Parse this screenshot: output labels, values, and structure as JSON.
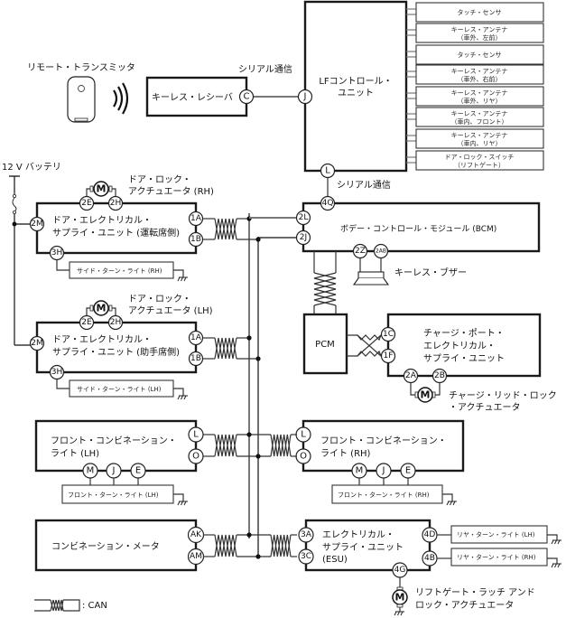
{
  "diagram": {
    "title": "Keyless / CAN system wiring diagram",
    "remote": {
      "label": "リモート・トランスミッタ"
    },
    "receiver": {
      "label": "キーレス・レシーバ",
      "pin": "C"
    },
    "serial_labels": {
      "top": "シリアル通信",
      "bottom": "シリアル通信"
    },
    "lf_unit": {
      "label_line1": "LFコントロール・",
      "label_line2": "ユニット",
      "pin_left": "J",
      "pin_bottom": "L"
    },
    "lf_outputs": [
      {
        "line1": "タッチ・センサ",
        "line2": ""
      },
      {
        "line1": "キーレス・アンテナ",
        "line2": "（車外、左前）"
      },
      {
        "line1": "タッチ・センサ",
        "line2": ""
      },
      {
        "line1": "キーレス・アンテナ",
        "line2": "（車外、右前）"
      },
      {
        "line1": "キーレス・アンテナ",
        "line2": "（車外、リヤ）"
      },
      {
        "line1": "キーレス・アンテナ",
        "line2": "（車内、フロント）"
      },
      {
        "line1": "キーレス・アンテナ",
        "line2": "（車内、リヤ）"
      },
      {
        "line1": "ドア・ロック・スイッチ",
        "line2": "（リフトゲート）"
      }
    ],
    "battery": {
      "label": "12 V バッテリ"
    },
    "door_rh": {
      "actuator_line1": "ドア・ロック・",
      "actuator_line2": "アクチュエータ (RH)",
      "unit_line1": "ドア・エレクトリカル・",
      "unit_line2": "サプライ・ユニット (運転席側)",
      "pins": {
        "motor_a": "2E",
        "motor_b": "2H",
        "power": "2M",
        "can_h": "1A",
        "can_l": "1B",
        "side": "3H"
      },
      "side_light": "サイド・ターン・ライト (RH)"
    },
    "door_lh": {
      "actuator_line1": "ドア・ロック・",
      "actuator_line2": "アクチュエータ (LH)",
      "unit_line1": "ドア・エレクトリカル・",
      "unit_line2": "サプライ・ユニット (助手席側)",
      "pins": {
        "motor_a": "2E",
        "motor_b": "2H",
        "power": "2M",
        "can_h": "1A",
        "can_l": "1B",
        "side": "3H"
      },
      "side_light": "サイド・ターン・ライト (LH)"
    },
    "motor_symbol": "M",
    "bcm": {
      "label": "ボデー・コントロール・モジュール (BCM)",
      "pins": {
        "serial": "4Q",
        "can_h": "2L",
        "can_l": "2J",
        "buzzer_a": "2Z",
        "buzzer_b": "2AB"
      },
      "buzzer_label": "キーレス・ブザー"
    },
    "pcm": {
      "label": "PCM"
    },
    "charge_port": {
      "line1": "チャージ・ポート・",
      "line2": "エレクトリカル・",
      "line3": "サプライ・ユニット",
      "pins": {
        "can_h": "1C",
        "can_l": "1F",
        "motor_a": "2A",
        "motor_b": "2B"
      },
      "actuator_line1": "チャージ・リッド・ロック",
      "actuator_line2": "・アクチュエータ"
    },
    "front_combo_lh": {
      "line1": "フロント・コンビネーション・",
      "line2": "ライト (LH)",
      "pins": {
        "can_h": "L",
        "can_l": "O",
        "p1": "M",
        "p2": "J",
        "p3": "E"
      },
      "turn_light": "フロント・ターン・ライト (LH)"
    },
    "front_combo_rh": {
      "line1": "フロント・コンビネーション・",
      "line2": "ライト (RH)",
      "pins": {
        "can_h": "L",
        "can_l": "O",
        "p1": "M",
        "p2": "J",
        "p3": "E"
      },
      "turn_light": "フロント・ターン・ライト (RH)"
    },
    "meter": {
      "label": "コンビネーション・メータ",
      "pins": {
        "can_h": "AK",
        "can_l": "AM"
      }
    },
    "esu": {
      "line1": "エレクトリカル・",
      "line2": "サプライ・ユニット",
      "line3": "(ESU)",
      "pins": {
        "can_h": "3A",
        "can_l": "3C",
        "rear_lh": "4D",
        "rear_rh": "4B",
        "liftgate": "4G"
      },
      "rear_lh_label": "リヤ・ターン・ライト (LH)",
      "rear_rh_label": "リヤ・ターン・ライト (RH)",
      "liftgate_line1": "リフトゲート・ラッチ アンド",
      "liftgate_line2": "ロック・アクチュエータ"
    },
    "legend": {
      "label": ": CAN"
    },
    "colors": {
      "line": "#1a1a1a",
      "bus_gray": "#777777",
      "background": "#ffffff"
    }
  }
}
